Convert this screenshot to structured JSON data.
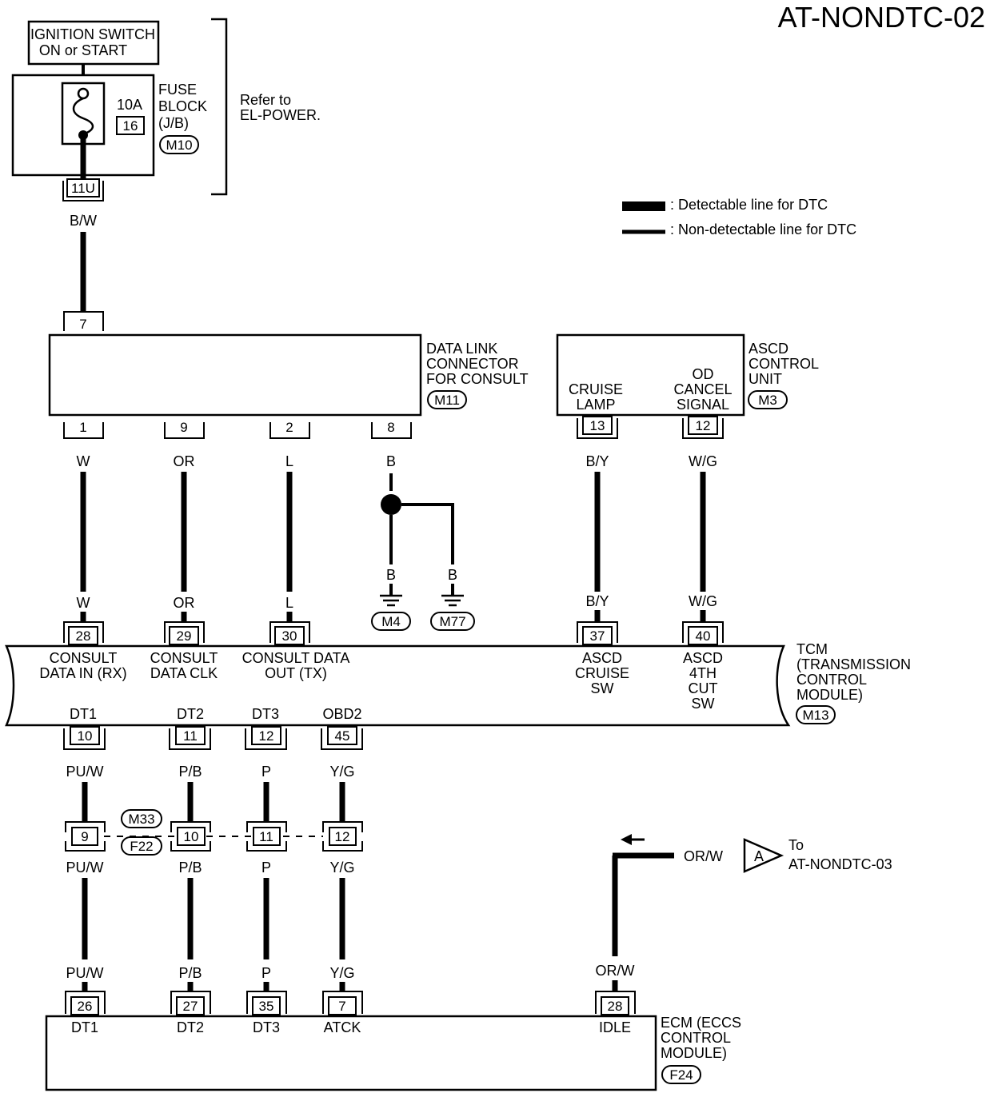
{
  "page_title": "AT-NONDTC-02",
  "legend": {
    "detectable": ": Detectable line for DTC",
    "non_detectable": ": Non-detectable line for DTC"
  },
  "ignition": {
    "line1": "IGNITION SWITCH",
    "line2": "ON or START"
  },
  "fuse": {
    "rating": "10A",
    "number": "16",
    "label": [
      "FUSE",
      "BLOCK",
      "(J/B)"
    ],
    "connector": "M10",
    "terminal": "11U",
    "refer": [
      "Refer to",
      "EL-POWER."
    ]
  },
  "dlc": {
    "label": [
      "DATA LINK",
      "CONNECTOR",
      "FOR CONSULT"
    ],
    "connector": "M11",
    "top_pin": "7",
    "pins": [
      "1",
      "9",
      "2",
      "8"
    ]
  },
  "asc": {
    "label": [
      "ASCD",
      "CONTROL",
      "UNIT"
    ],
    "connector": "M3",
    "cruise_lamp": [
      "CRUISE",
      "LAMP"
    ],
    "od_cancel": [
      "OD",
      "CANCEL",
      "SIGNAL"
    ],
    "pins": [
      "13",
      "12"
    ]
  },
  "wires": {
    "bw": "B/W",
    "w": "W",
    "or": "OR",
    "l": "L",
    "b": "B",
    "by": "B/Y",
    "wg": "W/G",
    "puw": "PU/W",
    "pb": "P/B",
    "p": "P",
    "yg": "Y/G",
    "orw": "OR/W"
  },
  "grounds": [
    "M4",
    "M77"
  ],
  "tcm": {
    "label": [
      "TCM",
      "(TRANSMISSION",
      "CONTROL",
      "MODULE)"
    ],
    "connector": "M13",
    "top_pins": [
      "28",
      "29",
      "30",
      "37",
      "40"
    ],
    "consult_in": [
      "CONSULT",
      "DATA IN (RX)"
    ],
    "consult_clk": [
      "CONSULT",
      "DATA CLK"
    ],
    "consult_out": [
      "CONSULT DATA",
      "OUT (TX)"
    ],
    "ascd_cruise": [
      "ASCD",
      "CRUISE",
      "SW"
    ],
    "ascd_4th": [
      "ASCD",
      "4TH",
      "CUT",
      "SW"
    ],
    "bottom_labels": [
      "DT1",
      "DT2",
      "DT3",
      "OBD2"
    ],
    "bottom_pins": [
      "10",
      "11",
      "12",
      "45"
    ]
  },
  "joint": {
    "connectors": [
      "M33",
      "F22"
    ],
    "pins": [
      "9",
      "10",
      "11",
      "12"
    ]
  },
  "offpage": {
    "letter": "A",
    "to": [
      "To",
      "AT-NONDTC-03"
    ]
  },
  "ecm": {
    "label": [
      "ECM (ECCS",
      "CONTROL",
      "MODULE)"
    ],
    "connector": "F24",
    "pins": [
      "26",
      "27",
      "35",
      "7",
      "28"
    ],
    "pin_labels": [
      "DT1",
      "DT2",
      "DT3",
      "ATCK",
      "IDLE"
    ]
  }
}
